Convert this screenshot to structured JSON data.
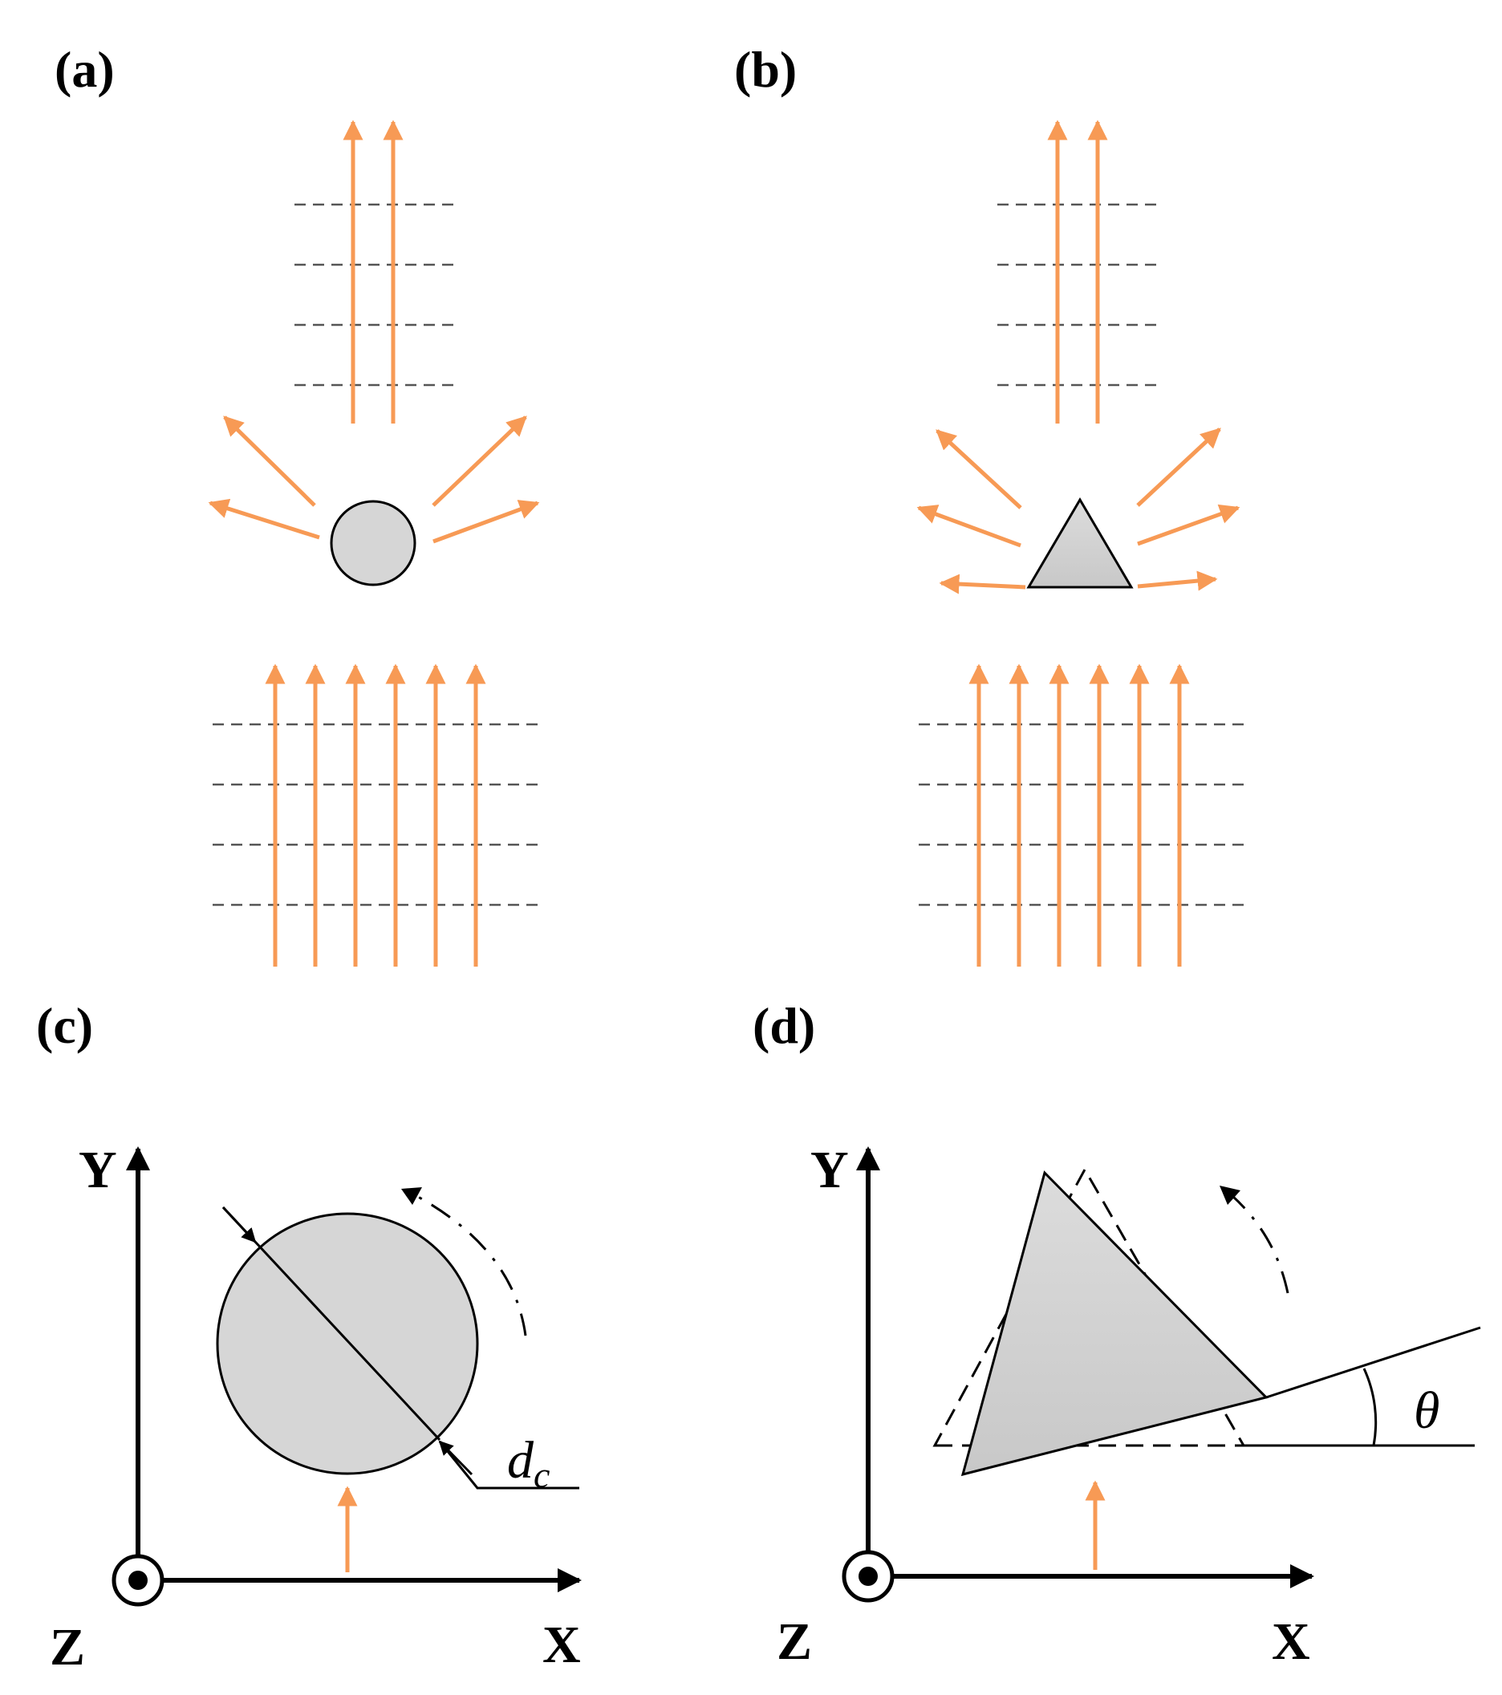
{
  "panels": {
    "a": {
      "label": "(a)"
    },
    "b": {
      "label": "(b)"
    },
    "c": {
      "label": "(c)",
      "x_axis": "X",
      "y_axis": "Y",
      "z_axis": "Z",
      "diameter_symbol": "d",
      "diameter_subscript": "c"
    },
    "d": {
      "label": "(d)",
      "x_axis": "X",
      "y_axis": "Y",
      "z_axis": "Z",
      "angle_symbol": "θ"
    }
  },
  "colors": {
    "ray": "#f79a55",
    "wavefront": "#555555",
    "object_fill": "#d6d6d6",
    "outline": "#000000"
  }
}
